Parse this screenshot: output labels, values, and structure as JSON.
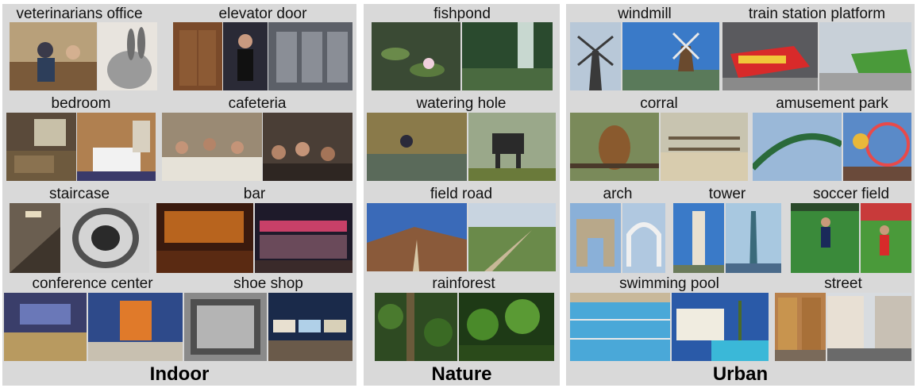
{
  "groups": {
    "indoor": {
      "title": "Indoor",
      "categories": [
        "veterinarians office",
        "elevator door",
        "bedroom",
        "cafeteria",
        "staircase",
        "bar",
        "conference center",
        "shoe shop"
      ]
    },
    "nature": {
      "title": "Nature",
      "categories": [
        "fishpond",
        "watering hole",
        "field road",
        "rainforest"
      ]
    },
    "urban": {
      "title": "Urban",
      "categories": [
        "windmill",
        "train station platform",
        "corral",
        "amusement park",
        "arch",
        "tower",
        "soccer field",
        "swimming pool",
        "street"
      ]
    }
  }
}
